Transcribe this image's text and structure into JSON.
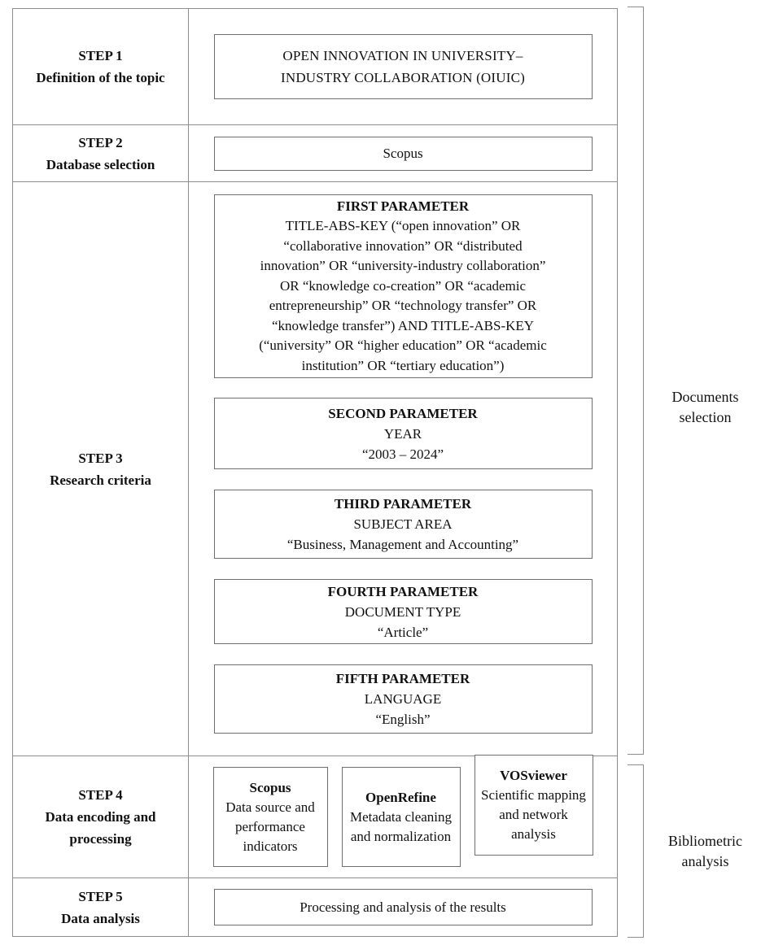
{
  "figure": {
    "steps": [
      {
        "step": "STEP 1",
        "label": "Definition of the topic"
      },
      {
        "step": "STEP 2",
        "label": "Database selection"
      },
      {
        "step": "STEP 3",
        "label": "Research criteria"
      },
      {
        "step": "STEP 4",
        "label": "Data encoding and processing"
      },
      {
        "step": "STEP 5",
        "label": "Data analysis"
      }
    ],
    "topic_box": {
      "line1": "OPEN INNOVATION IN UNIVERSITY–",
      "line2": "INDUSTRY COLLABORATION (OIUIC)"
    },
    "database_box": "Scopus",
    "parameters": [
      {
        "title": "FIRST PARAMETER",
        "lines": [
          "TITLE-ABS-KEY (“open innovation” OR",
          "“collaborative innovation” OR “distributed",
          "innovation” OR “university-industry collaboration”",
          "OR “knowledge co-creation” OR “academic",
          "entrepreneurship” OR “technology transfer” OR",
          "“knowledge transfer”) AND TITLE-ABS-KEY",
          "(“university” OR “higher education” OR “academic",
          "institution” OR “tertiary education”)"
        ]
      },
      {
        "title": "SECOND PARAMETER",
        "lines": [
          "YEAR",
          "“2003 – 2024”"
        ]
      },
      {
        "title": "THIRD PARAMETER",
        "lines": [
          "SUBJECT AREA",
          "“Business, Management and Accounting”"
        ]
      },
      {
        "title": "FOURTH PARAMETER",
        "lines": [
          "DOCUMENT TYPE",
          "“Article”"
        ]
      },
      {
        "title": "FIFTH PARAMETER",
        "lines": [
          "LANGUAGE",
          "“English”"
        ]
      }
    ],
    "tools": [
      {
        "name": "Scopus",
        "desc": "Data source and performance indicators"
      },
      {
        "name": "OpenRefine",
        "desc": "Metadata cleaning and normalization"
      },
      {
        "name": "VOSviewer",
        "desc": "Scientific mapping and network analysis"
      }
    ],
    "analysis_box": "Processing and analysis of the results",
    "brackets": [
      {
        "label": "Documents selection"
      },
      {
        "label": "Bibliometric analysis"
      }
    ],
    "colors": {
      "line": "#8d8d8d",
      "box_border": "#6e6e6e",
      "text": "#111111"
    }
  }
}
